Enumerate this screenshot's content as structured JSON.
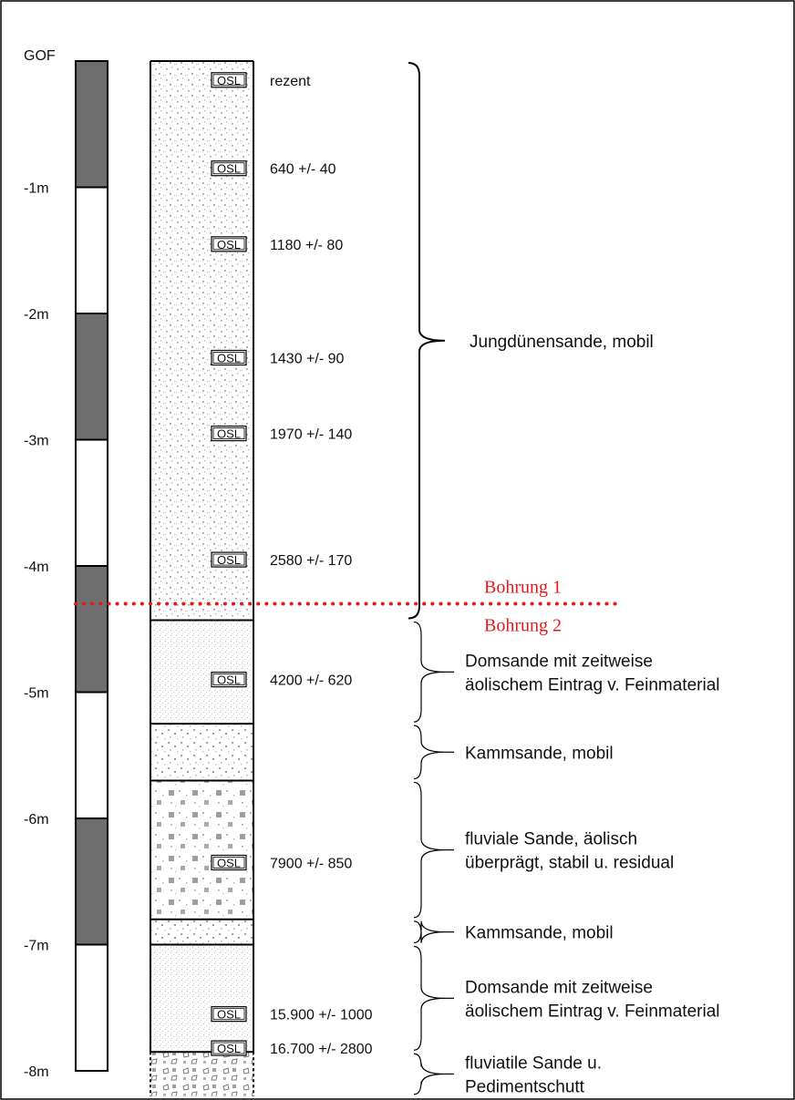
{
  "depth_scale": {
    "top_label": "GOF",
    "labels": [
      "-1m",
      "-2m",
      "-3m",
      "-4m",
      "-5m",
      "-6m",
      "-7m",
      "-8m"
    ],
    "bar_colors": {
      "dark": "#6e6e6e",
      "light": "#ffffff"
    }
  },
  "osl_label": "OSL",
  "ages": [
    {
      "text": "rezent",
      "depth_m": 0.15
    },
    {
      "text": "640 +/- 40",
      "depth_m": 0.85
    },
    {
      "text": "1180 +/- 80",
      "depth_m": 1.45
    },
    {
      "text": "1430 +/- 90",
      "depth_m": 2.35
    },
    {
      "text": "1970 +/- 140",
      "depth_m": 2.95
    },
    {
      "text": "2580 +/- 170",
      "depth_m": 3.95
    },
    {
      "text": "4200 +/- 620",
      "depth_m": 4.9
    },
    {
      "text": "7900 +/- 850",
      "depth_m": 6.35
    },
    {
      "text": "15.900 +/- 1000",
      "depth_m": 7.55
    },
    {
      "text": "16.700 +/- 2800",
      "depth_m": 7.82
    }
  ],
  "units": [
    {
      "label_lines": [
        "Jungdünensande, mobil"
      ],
      "from_m": 0.0,
      "to_m": 4.43,
      "pattern": "fine"
    },
    {
      "label_lines": [
        "Domsande mit zeitweise",
        "äolischem Eintrag v. Feinmaterial"
      ],
      "from_m": 4.43,
      "to_m": 5.25,
      "pattern": "stipple"
    },
    {
      "label_lines": [
        "Kammsande, mobil"
      ],
      "from_m": 5.25,
      "to_m": 5.7,
      "pattern": "medium"
    },
    {
      "label_lines": [
        "fluviale Sande, äolisch",
        "überprägt, stabil u. residual"
      ],
      "from_m": 5.7,
      "to_m": 6.8,
      "pattern": "coarse"
    },
    {
      "label_lines": [
        "Kammsande, mobil"
      ],
      "from_m": 6.8,
      "to_m": 7.0,
      "pattern": "medium"
    },
    {
      "label_lines": [
        "Domsande mit zeitweise",
        "äolischem Eintrag v. Feinmaterial"
      ],
      "from_m": 7.0,
      "to_m": 7.85,
      "pattern": "stipple"
    },
    {
      "label_lines": [
        "fluviatile Sande u.",
        "Pedimentschutt"
      ],
      "from_m": 7.85,
      "to_m": 8.2,
      "pattern": "gravel"
    }
  ],
  "drill_boundary": {
    "depth_m": 4.3,
    "upper_label": "Bohrung 1",
    "lower_label": "Bohrung 2",
    "color": "#e31a1c"
  }
}
